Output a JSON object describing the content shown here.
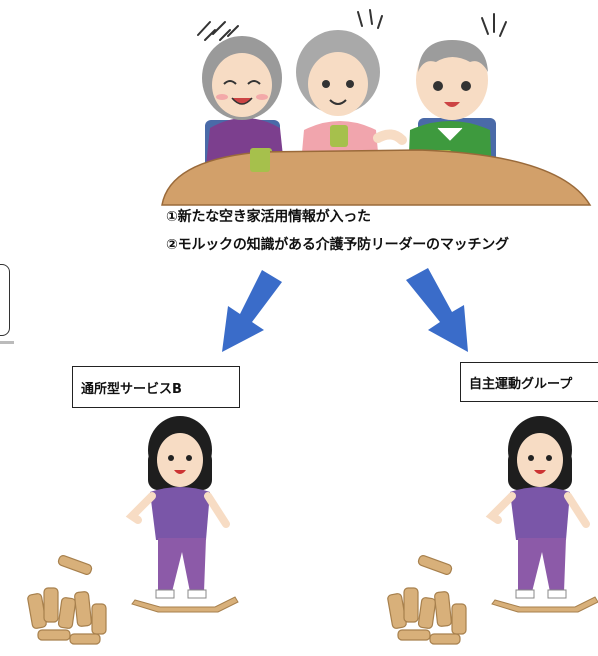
{
  "captions": {
    "line1": "①新たな空き家活用情報が入った",
    "line2": "②モルックの知識がある介護予防リーダーのマッチング"
  },
  "groups": {
    "left_label": "通所型サービスB",
    "right_label": "自主運動グループ"
  },
  "colors": {
    "arrow": "#3a6cc9",
    "table": "#d2a06a",
    "woman_shirt": "#7a56a8",
    "woman_pants": "#8c5aa8",
    "skittle": "#d8b07a"
  }
}
